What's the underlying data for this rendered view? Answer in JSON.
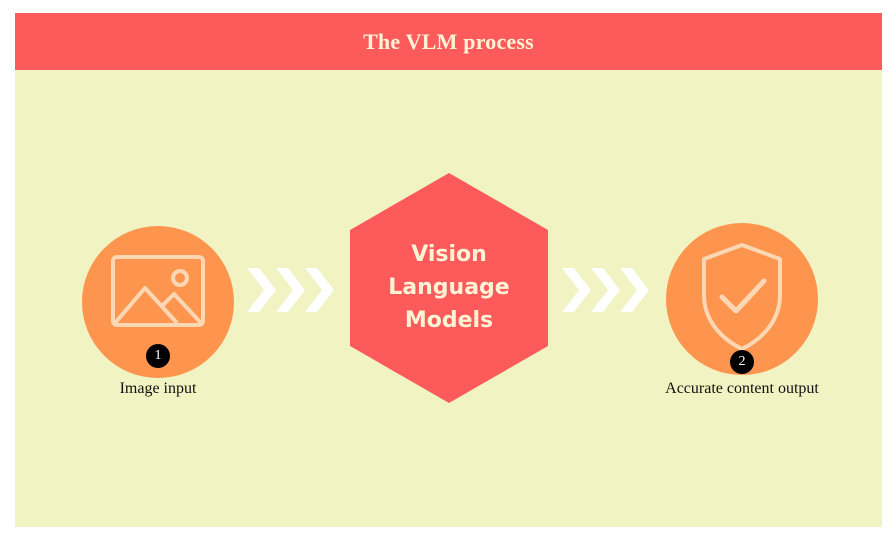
{
  "header": {
    "title": "The VLM process"
  },
  "steps": [
    {
      "number": "1",
      "label": "Image input",
      "icon": "image-icon"
    },
    {
      "number": "2",
      "label": "Accurate content output",
      "icon": "shield-check-icon"
    }
  ],
  "center": {
    "lines": [
      "Vision",
      "Language",
      "Models"
    ]
  },
  "colors": {
    "title_bar": "#fd5b5b",
    "background": "#f1f3c2",
    "circle": "#fd954f",
    "hexagon": "#fd5b5b",
    "chevron": "#ffffff"
  }
}
